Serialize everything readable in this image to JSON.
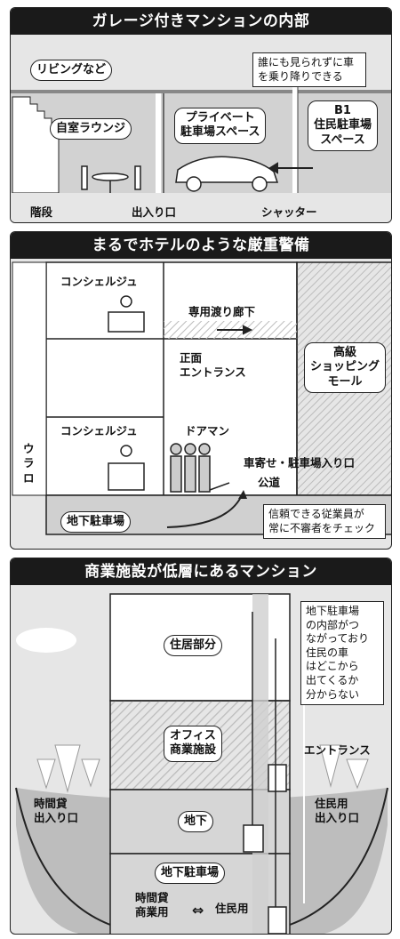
{
  "panel1": {
    "title": "ガレージ付きマンションの内部",
    "living_tag": "リビングなど",
    "note_line1": "誰にも見られずに車",
    "note_line2": "を乗り降りできる",
    "lounge": "自室ラウンジ",
    "private_parking_line1": "プライベート",
    "private_parking_line2": "駐車場スペース",
    "b1_line1": "B1",
    "b1_line2": "住民駐車場",
    "b1_line3": "スペース",
    "stairs": "階段",
    "entrance": "出入り口",
    "shutter": "シャッター"
  },
  "panel2": {
    "title": "まるでホテルのような厳重警備",
    "concierge_top": "コンシェルジュ",
    "corridor": "専用渡り廊下",
    "front_line1": "正面",
    "front_line2": "エントランス",
    "doorman": "ドアマン",
    "shopping_line1": "高級",
    "shopping_line2": "ショッピング",
    "shopping_line3": "モール",
    "concierge_bottom": "コンシェルジュ",
    "side_label": "ウラロ",
    "drop_off": "車寄せ・駐車場入り口",
    "public_road": "公道",
    "underground_parking": "地下駐車場",
    "note_line1": "信頼できる従業員が",
    "note_line2": "常に不審者をチェック"
  },
  "panel3": {
    "title": "商業施設が低層にあるマンション",
    "residential": "住居部分",
    "office_line1": "オフィス",
    "office_line2": "商業施設",
    "note_lines": [
      "地下駐車場",
      "の内部がつ",
      "ながっており",
      "住民の車",
      "はどこから",
      "出てくるか",
      "分からない"
    ],
    "entrance": "エントランス",
    "hourly_gate_line1": "時間貸",
    "hourly_gate_line2": "出入り口",
    "resident_gate_line1": "住民用",
    "resident_gate_line2": "出入り口",
    "basement": "地下",
    "basement_parking": "地下駐車場",
    "hourly_commercial_line1": "時間貸",
    "hourly_commercial_line2": "商業用",
    "resident_use": "住民用",
    "swap_arrow": "⇔"
  }
}
